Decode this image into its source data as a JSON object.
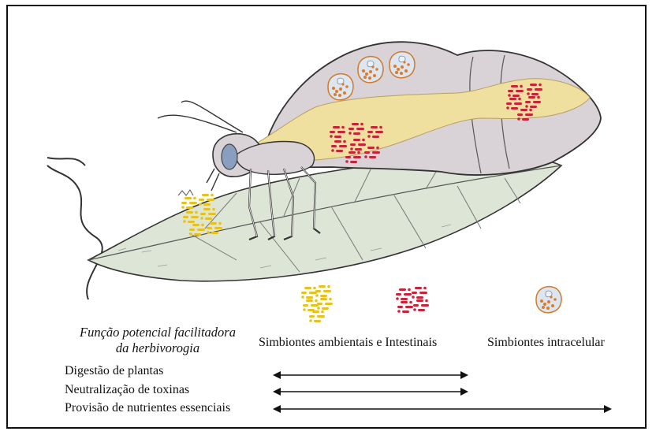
{
  "labels": {
    "function_line1": "Função potencial facilitadora",
    "function_line2": "da herbivorogia",
    "environmental_intestinal": "Simbiontes ambientais e Intestinais",
    "intracellular": "Simbiontes intracelular"
  },
  "rows": [
    {
      "label": "Digestão de plantas"
    },
    {
      "label": "Neutralização  de toxinas"
    },
    {
      "label": "Provisão de nutrientes essenciais"
    }
  ],
  "colors": {
    "insect_body": "#d9d2d6",
    "gut": "#f0e0a0",
    "leaf": "#dde5d6",
    "env_symbiont": "#e8c21c",
    "gut_symbiont": "#c8233a",
    "intracellular_symbiont": "#e07a28"
  }
}
